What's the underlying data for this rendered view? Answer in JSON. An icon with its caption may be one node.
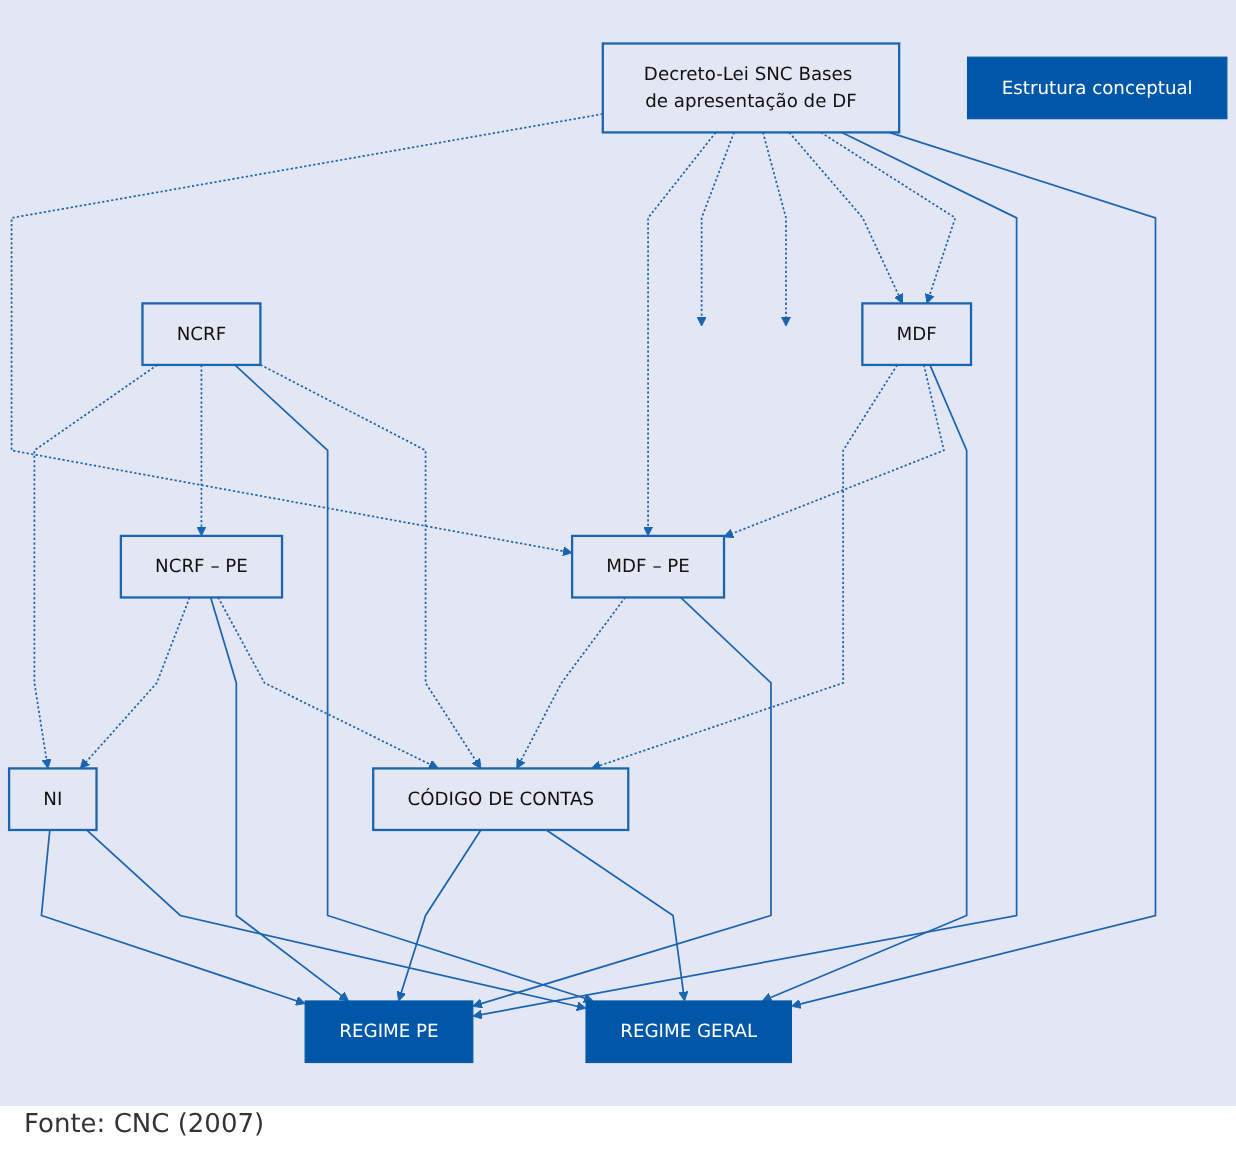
{
  "diagram": {
    "caption": "Fonte: CNC (2007)",
    "nodes": [
      {
        "text": [
          "REGIME GERAL"
        ]
      },
      {
        "text": [
          "Decreto-Lei SNC Bases de apresentação de DF"
        ]
      },
      {
        "text": [
          "REGIME PE"
        ]
      },
      {
        "text": [
          "MDF"
        ]
      },
      {
        "text": [
          "MDF – PE"
        ]
      },
      {
        "text": [
          "CÓDIGO DE CONTAS"
        ]
      },
      {
        "text": [
          "Estrutura conceptual"
        ]
      },
      {
        "text": [
          "NCRF"
        ]
      },
      {
        "text": [
          "NCRF – PE"
        ]
      },
      {
        "text": [
          "NI"
        ]
      }
    ],
    "edges": [
      {
        "from": 1,
        "to": 0,
        "arrow": "to"
      },
      {
        "from": 1,
        "to": 2,
        "arrow": "to"
      },
      {
        "from": 1,
        "to": 3,
        "arrow": "to",
        "style": "dashed"
      },
      {
        "from": 1,
        "to": 3,
        "arrow": "to",
        "style": "dashed"
      },
      {
        "from": 1,
        "to": null,
        "arrow": "to",
        "style": "dashed"
      },
      {
        "from": 1,
        "to": null,
        "arrow": "to",
        "style": "dashed"
      },
      {
        "from": 1,
        "to": 4,
        "arrow": "to",
        "style": "dashed"
      },
      {
        "from": 1,
        "to": 4,
        "arrow": "to",
        "style": "dashed"
      },
      {
        "from": 3,
        "to": 0,
        "arrow": "to"
      },
      {
        "from": 3,
        "to": 4,
        "arrow": "to",
        "style": "dashed"
      },
      {
        "from": 4,
        "to": 2,
        "arrow": "to"
      },
      {
        "from": 3,
        "to": 5,
        "arrow": "to",
        "style": "dashed"
      },
      {
        "from": 4,
        "to": 5,
        "arrow": "to",
        "style": "dashed"
      },
      {
        "from": 5,
        "to": 0,
        "arrow": "to"
      },
      {
        "from": 5,
        "to": 2,
        "arrow": "to"
      },
      {
        "from": 7,
        "to": 5,
        "arrow": "to",
        "style": "dashed"
      },
      {
        "from": 8,
        "to": 5,
        "arrow": "to",
        "style": "dashed"
      },
      {
        "from": 7,
        "to": 0,
        "arrow": "to"
      },
      {
        "from": 7,
        "to": 8,
        "arrow": "to",
        "style": "dashed"
      },
      {
        "from": 8,
        "to": 2,
        "arrow": "to"
      },
      {
        "from": 7,
        "to": 9,
        "arrow": "to",
        "style": "dashed"
      },
      {
        "from": 8,
        "to": 9,
        "arrow": "to",
        "style": "dashed"
      },
      {
        "from": 9,
        "to": 0,
        "arrow": "to"
      },
      {
        "from": 9,
        "to": 2,
        "arrow": "to"
      }
    ]
  }
}
